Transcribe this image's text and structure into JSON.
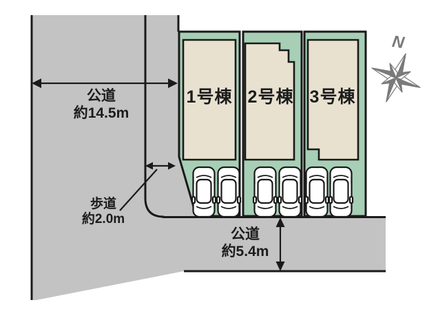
{
  "plan": {
    "compass_label": "N",
    "units": [
      {
        "label": "1号棟",
        "parking_spaces": 2
      },
      {
        "label": "2号棟",
        "parking_spaces": 2
      },
      {
        "label": "3号棟",
        "parking_spaces": 2
      }
    ],
    "roads": {
      "west": {
        "name": "公道",
        "width": "約14.5m"
      },
      "sidewalk": {
        "name": "歩道",
        "width": "約2.0m"
      },
      "south": {
        "name": "公道",
        "width": "約5.4m"
      }
    },
    "colors": {
      "road": "#c3c3c3",
      "plot": "#a6cfb5",
      "building": "#e9e1d0",
      "line": "#1a1a1a",
      "compass": "#7a7a7a",
      "text": "#1c1c1c"
    }
  }
}
